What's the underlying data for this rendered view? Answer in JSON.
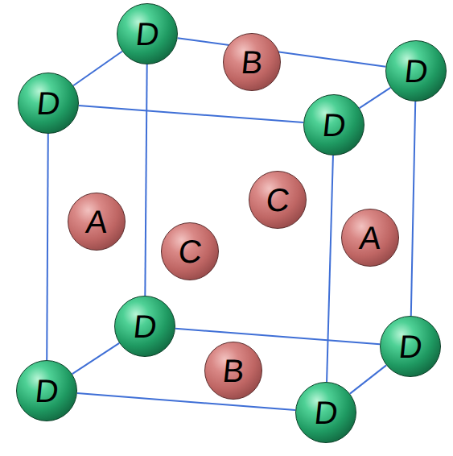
{
  "diagram": {
    "nodes": [
      {
        "text": [
          "D"
        ]
      },
      {
        "text": [
          "B"
        ]
      },
      {
        "text": [
          "D"
        ]
      },
      {
        "text": [
          "D"
        ]
      },
      {
        "text": [
          "D"
        ]
      },
      {
        "text": [
          "C"
        ]
      },
      {
        "text": [
          "A"
        ]
      },
      {
        "text": [
          "A"
        ]
      },
      {
        "text": [
          "C"
        ]
      },
      {
        "text": [
          "D"
        ]
      },
      {
        "text": [
          "D"
        ]
      },
      {
        "text": [
          "B"
        ]
      },
      {
        "text": [
          "D"
        ]
      },
      {
        "text": [
          "D"
        ]
      }
    ],
    "edges": [
      {
        "from": 0,
        "to": 2,
        "arrow": "none"
      },
      {
        "from": 3,
        "to": 4,
        "arrow": "none"
      },
      {
        "from": 0,
        "to": 3,
        "arrow": "none"
      },
      {
        "from": 2,
        "to": 4,
        "arrow": "none"
      },
      {
        "from": 9,
        "to": 10,
        "arrow": "none"
      },
      {
        "from": 12,
        "to": 13,
        "arrow": "none"
      },
      {
        "from": 9,
        "to": 12,
        "arrow": "none"
      },
      {
        "from": 10,
        "to": 13,
        "arrow": "none"
      },
      {
        "from": 0,
        "to": 9,
        "arrow": "none"
      },
      {
        "from": 2,
        "to": 10,
        "arrow": "none"
      },
      {
        "from": 3,
        "to": 12,
        "arrow": "none"
      },
      {
        "from": 4,
        "to": 13,
        "arrow": "none"
      }
    ]
  }
}
